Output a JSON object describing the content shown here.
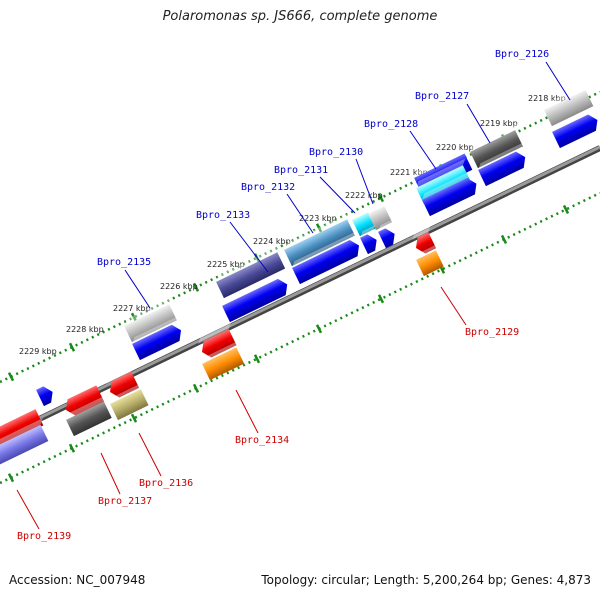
{
  "title": "Polaromonas sp. JS666, complete genome",
  "footer": {
    "accession": "Accession: NC_007948",
    "topology": "Topology: circular; Length: 5,200,264 bp; Genes: 4,873"
  },
  "colors": {
    "backbone": "#777777",
    "ticks": "#1a8a1a",
    "label_plus": "#0000cc",
    "label_minus": "#cc0000"
  },
  "kbp_labels": [
    "2218 kbp",
    "2219 kbp",
    "2220 kbp",
    "2221 kbp",
    "2222 kbp",
    "2223 kbp",
    "2224 kbp",
    "2225 kbp",
    "2226 kbp",
    "2227 kbp",
    "2228 kbp",
    "2229 kbp"
  ],
  "genes": [
    {
      "id": "Bpro_2126",
      "strand": "+",
      "color": "blue"
    },
    {
      "id": "Bpro_2127",
      "strand": "+",
      "color": "blue"
    },
    {
      "id": "Bpro_2128",
      "strand": "+",
      "color": "blue"
    },
    {
      "id": "Bpro_2129",
      "strand": "-",
      "color": "red"
    },
    {
      "id": "Bpro_2130",
      "strand": "+",
      "color": "blue"
    },
    {
      "id": "Bpro_2131",
      "strand": "+",
      "color": "blue"
    },
    {
      "id": "Bpro_2132",
      "strand": "+",
      "color": "blue"
    },
    {
      "id": "Bpro_2133",
      "strand": "+",
      "color": "blue"
    },
    {
      "id": "Bpro_2134",
      "strand": "-",
      "color": "red"
    },
    {
      "id": "Bpro_2135",
      "strand": "+",
      "color": "blue"
    },
    {
      "id": "Bpro_2136",
      "strand": "-",
      "color": "red"
    },
    {
      "id": "Bpro_2137",
      "strand": "-",
      "color": "red"
    },
    {
      "id": "Bpro_2139",
      "strand": "-",
      "color": "red"
    }
  ]
}
